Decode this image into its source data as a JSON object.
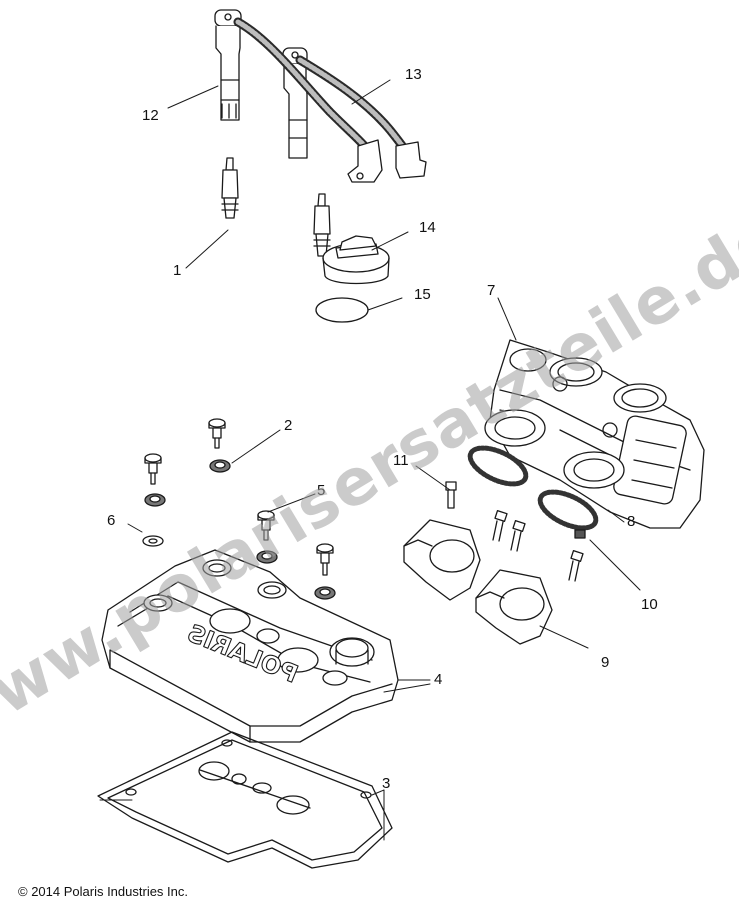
{
  "callouts": {
    "c1": "1",
    "c2": "2",
    "c3": "3",
    "c4": "4",
    "c5": "5",
    "c6": "6",
    "c7": "7",
    "c8": "8",
    "c9": "9",
    "c10": "10",
    "c11": "11",
    "c12": "12",
    "c13": "13",
    "c14": "14",
    "c15": "15"
  },
  "cover_logo": "POLARIS",
  "watermark": "www.polarisersatzteile.de",
  "copyright": "© 2014 Polaris Industries Inc.",
  "colors": {
    "line": "#1a1a1a",
    "watermark": "#a0a0a0"
  }
}
